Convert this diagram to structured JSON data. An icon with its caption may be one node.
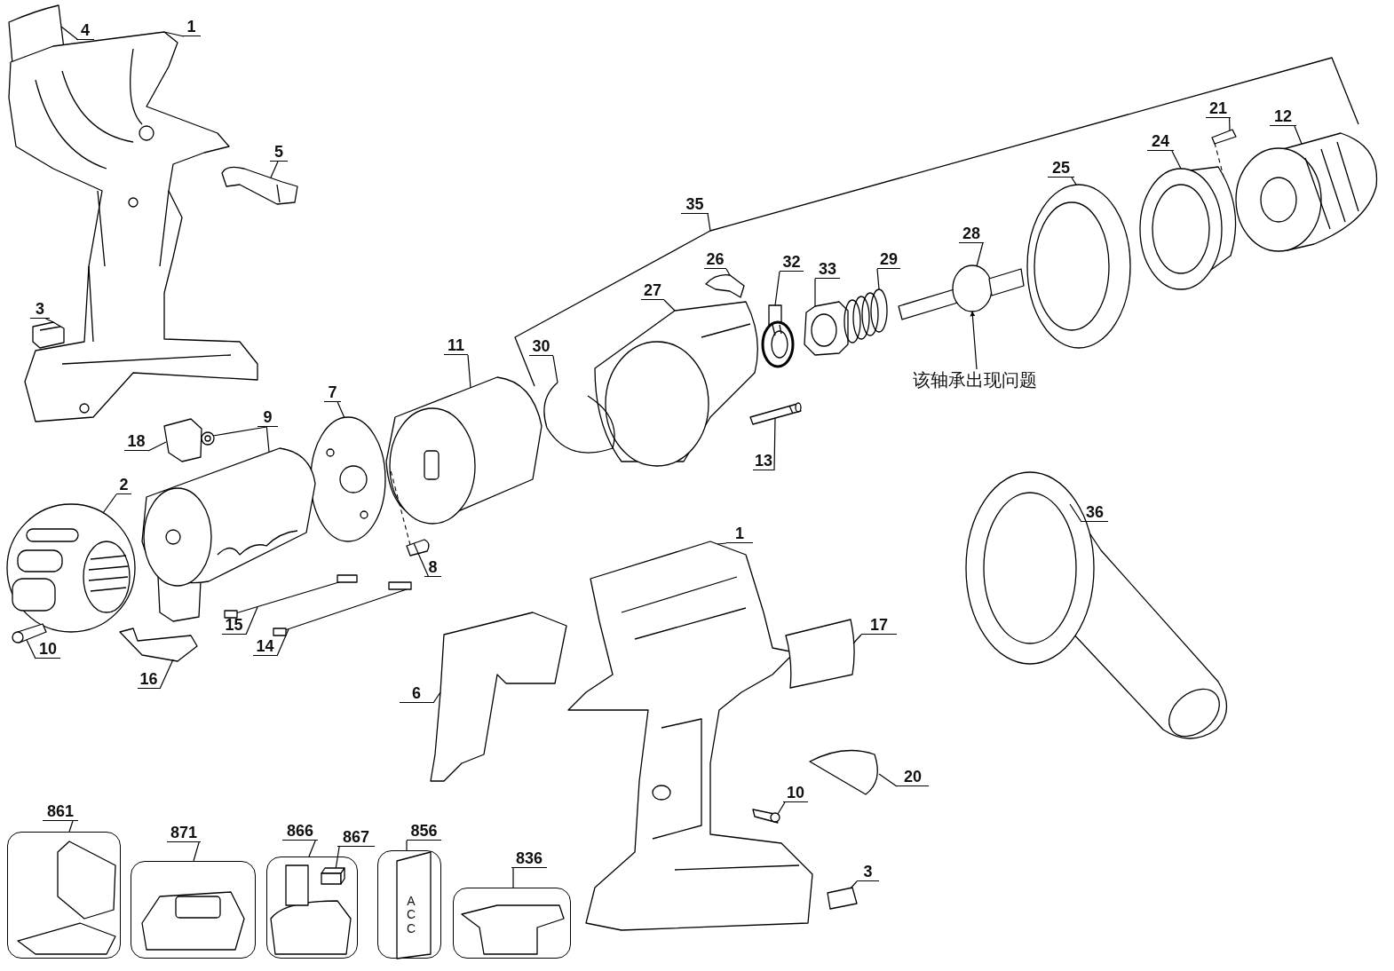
{
  "diagram": {
    "nodes": [
      {
        "text": [
          "4"
        ]
      },
      {
        "text": [
          "1"
        ]
      },
      {
        "text": [
          "5"
        ]
      },
      {
        "text": [
          "12"
        ]
      },
      {
        "text": [
          "21"
        ]
      },
      {
        "text": [
          "24"
        ]
      },
      {
        "text": [
          "25"
        ]
      },
      {
        "text": [
          "35"
        ]
      },
      {
        "text": [
          "28"
        ]
      },
      {
        "text": [
          "26"
        ]
      },
      {
        "text": [
          "32"
        ]
      },
      {
        "text": [
          "33"
        ]
      },
      {
        "text": [
          "29"
        ]
      },
      {
        "text": [
          "27"
        ]
      },
      {
        "text": [
          "3"
        ]
      },
      {
        "text": [
          "11"
        ]
      },
      {
        "text": [
          "30"
        ]
      },
      {
        "text": [
          "该轴承出现问题"
        ]
      },
      {
        "text": [
          "7"
        ]
      },
      {
        "text": [
          "9"
        ]
      },
      {
        "text": [
          "18"
        ]
      },
      {
        "text": [
          "13"
        ]
      },
      {
        "text": [
          "2"
        ]
      },
      {
        "text": [
          "36"
        ]
      },
      {
        "text": [
          "1"
        ]
      },
      {
        "text": [
          "8"
        ]
      },
      {
        "text": [
          "15"
        ]
      },
      {
        "text": [
          "17"
        ]
      },
      {
        "text": [
          "14"
        ]
      },
      {
        "text": [
          "10"
        ]
      },
      {
        "text": [
          "16"
        ]
      },
      {
        "text": [
          "6"
        ]
      },
      {
        "text": [
          "20"
        ]
      },
      {
        "text": [
          "10"
        ]
      },
      {
        "text": [
          "861"
        ]
      },
      {
        "text": [
          "871"
        ]
      },
      {
        "text": [
          "866"
        ]
      },
      {
        "text": [
          "867"
        ]
      },
      {
        "text": [
          "856"
        ]
      },
      {
        "text": [
          "836"
        ]
      },
      {
        "text": [
          "3"
        ]
      },
      {
        "text": [],
        "shape": "box"
      },
      {
        "text": [],
        "shape": "box"
      },
      {
        "text": [],
        "shape": "box"
      },
      {
        "text": [],
        "shape": "box"
      },
      {
        "text": [],
        "shape": "box"
      },
      {
        "text": [],
        "shape": "picture"
      },
      {
        "text": [],
        "shape": "picture"
      },
      {
        "text": [],
        "shape": "picture"
      },
      {
        "text": [],
        "shape": "picture"
      },
      {
        "text": [],
        "shape": "picture"
      },
      {
        "text": [],
        "shape": "picture"
      },
      {
        "text": [],
        "shape": "picture"
      },
      {
        "text": [],
        "shape": "picture"
      },
      {
        "text": [],
        "shape": "picture"
      },
      {
        "text": [],
        "shape": "picture"
      },
      {
        "text": [],
        "shape": "picture"
      },
      {
        "text": [],
        "shape": "picture"
      },
      {
        "text": [],
        "shape": "picture"
      },
      {
        "text": [],
        "shape": "picture"
      },
      {
        "text": [],
        "shape": "picture"
      },
      {
        "text": [],
        "shape": "picture"
      },
      {
        "text": [],
        "shape": "picture"
      },
      {
        "text": [],
        "shape": "picture"
      },
      {
        "text": [],
        "shape": "picture"
      },
      {
        "text": [],
        "shape": "picture"
      },
      {
        "text": [],
        "shape": "picture"
      },
      {
        "text": [],
        "shape": "picture"
      },
      {
        "text": [],
        "shape": "picture"
      },
      {
        "text": [],
        "shape": "picture"
      },
      {
        "text": [],
        "shape": "picture"
      },
      {
        "text": [],
        "shape": "picture"
      },
      {
        "text": [],
        "shape": "picture"
      },
      {
        "text": [],
        "shape": "picture"
      },
      {
        "text": [],
        "shape": "picture"
      },
      {
        "text": [],
        "shape": "picture"
      },
      {
        "text": [],
        "shape": "picture"
      },
      {
        "text": [],
        "shape": "picture"
      },
      {
        "text": [],
        "shape": "box",
        "in": 43
      },
      {
        "text": [],
        "shape": "picture"
      },
      {
        "text": [],
        "shape": "picture"
      }
    ],
    "edges": [
      {
        "from": 0,
        "to": 46,
        "arrow": "none"
      },
      {
        "from": 1,
        "to": 47,
        "arrow": "none"
      },
      {
        "from": 2,
        "to": 48,
        "arrow": "none"
      },
      {
        "from": 3,
        "to": 49,
        "arrow": "none"
      },
      {
        "from": 4,
        "to": 50,
        "arrow": "none"
      },
      {
        "from": 5,
        "to": 51,
        "arrow": "none"
      },
      {
        "from": 6,
        "to": 52,
        "arrow": "none"
      },
      {
        "from": 7,
        "to": null,
        "arrow": "none"
      },
      {
        "from": 8,
        "to": 53,
        "arrow": "none"
      },
      {
        "from": 9,
        "to": 54,
        "arrow": "none"
      },
      {
        "from": 10,
        "to": 55,
        "arrow": "none"
      },
      {
        "from": 11,
        "to": 56,
        "arrow": "none"
      },
      {
        "from": 12,
        "to": 57,
        "arrow": "none"
      },
      {
        "from": 13,
        "to": 58,
        "arrow": "none"
      },
      {
        "from": 14,
        "to": 59,
        "arrow": "none"
      },
      {
        "from": 15,
        "to": 60,
        "arrow": "none"
      },
      {
        "from": 16,
        "to": 61,
        "arrow": "none"
      },
      {
        "from": 17,
        "to": 53,
        "arrow": "to"
      },
      {
        "from": 18,
        "to": 62,
        "arrow": "none"
      },
      {
        "from": 19,
        "to": 63,
        "arrow": "none"
      },
      {
        "from": 19,
        "to": 80,
        "arrow": "none"
      },
      {
        "from": 20,
        "to": 64,
        "arrow": "none"
      },
      {
        "from": 21,
        "to": 65,
        "arrow": "none"
      },
      {
        "from": 22,
        "to": 66,
        "arrow": "none"
      },
      {
        "from": 23,
        "to": 67,
        "arrow": "none"
      },
      {
        "from": 24,
        "to": 68,
        "arrow": "none"
      },
      {
        "from": 25,
        "to": 69,
        "arrow": "none"
      },
      {
        "from": 26,
        "to": 70,
        "arrow": "none"
      },
      {
        "from": 27,
        "to": 71,
        "arrow": "none"
      },
      {
        "from": 28,
        "to": 72,
        "arrow": "none"
      },
      {
        "from": 29,
        "to": 73,
        "arrow": "none"
      },
      {
        "from": 30,
        "to": 74,
        "arrow": "none"
      },
      {
        "from": 31,
        "to": 75,
        "arrow": "none"
      },
      {
        "from": 32,
        "to": 76,
        "arrow": "none"
      },
      {
        "from": 33,
        "to": 77,
        "arrow": "none"
      },
      {
        "from": 34,
        "to": 41,
        "arrow": "none"
      },
      {
        "from": 35,
        "to": 42,
        "arrow": "none"
      },
      {
        "from": 36,
        "to": 43,
        "arrow": "none"
      },
      {
        "from": 37,
        "to": 78,
        "arrow": "none"
      },
      {
        "from": 38,
        "to": 44,
        "arrow": "none"
      },
      {
        "from": 39,
        "to": 45,
        "arrow": "none"
      },
      {
        "from": 40,
        "to": 79,
        "arrow": "none"
      },
      {
        "from": 69,
        "to": 60,
        "arrow": "none",
        "style": "dashed"
      },
      {
        "from": 50,
        "to": 51,
        "arrow": "none",
        "style": "dashed"
      }
    ],
    "labels": [
      "ACC"
    ]
  }
}
